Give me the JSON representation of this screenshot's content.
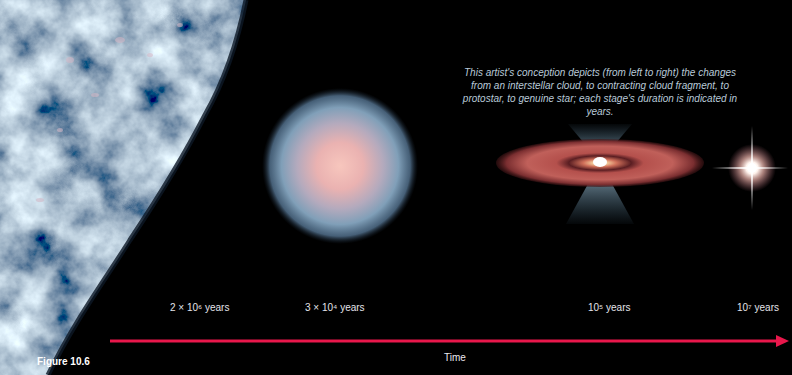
{
  "diagram": {
    "caption": "This artist's conception depicts (from left to right) the changes from an interstellar cloud, to contracting cloud fragment, to protostar, to genuine star; each stage's duration is indicated in years.",
    "labels": [
      "2 × 10⁶ years",
      "3 × 10⁴ years",
      "10⁵ years",
      "10⁷ years",
      "Time",
      "Figure 10.6"
    ]
  }
}
